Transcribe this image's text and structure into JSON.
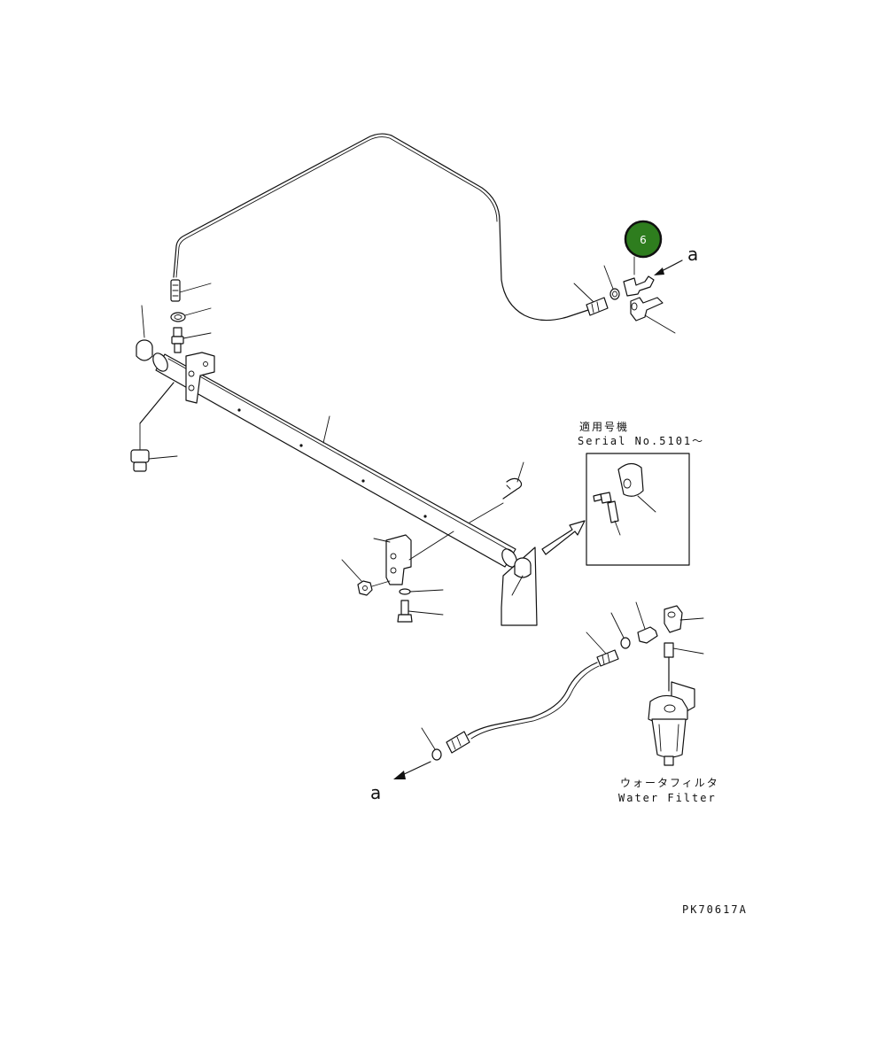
{
  "callout": {
    "number": "6",
    "fill": "#2e7d1e",
    "ring": "#111111"
  },
  "flow_marker": "a",
  "applicability": {
    "japanese": "適用号機",
    "serial": "Serial No.5101～"
  },
  "water_filter": {
    "japanese": "ウォータフィルタ",
    "english": "Water Filter"
  },
  "drawing_code": "PK70617A",
  "icons": [
    "fuel-tube",
    "hose-clamp",
    "banjo-fitting",
    "connector-nipple",
    "elbow-joint",
    "water-separator",
    "direction-arrow"
  ]
}
